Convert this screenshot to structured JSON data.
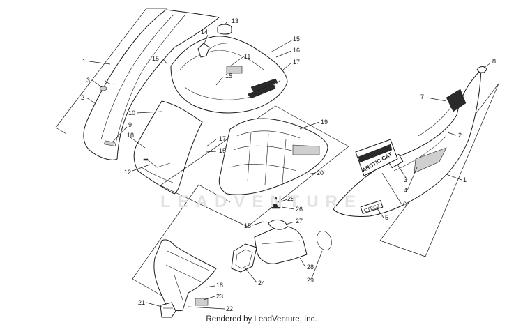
{
  "diagram": {
    "watermark": "LEADVENTURE",
    "footer": "Rendered by LeadVenture, Inc.",
    "decal_text": "ARCTIC CAT",
    "decal_logo": "CTEC2",
    "callouts": {
      "c1_left": "1",
      "c2_left": "2",
      "c3_left": "3",
      "c9": "9",
      "c18_upper": "18",
      "c14": "14",
      "c13": "13",
      "c15_a": "15",
      "c15_b": "15",
      "c11": "11",
      "c15_c": "15",
      "c16": "16",
      "c17_upper": "17",
      "c10": "10",
      "c17_mid": "17",
      "c15_d": "15",
      "c12": "12",
      "c19": "19",
      "c20": "20",
      "c25": "25",
      "c26": "26",
      "c15_e": "15",
      "c27": "27",
      "c28": "28",
      "c29": "29",
      "c24": "24",
      "c18_lower": "18",
      "c23": "23",
      "c21": "21",
      "c22": "22",
      "c8": "8",
      "c7": "7",
      "c2_right": "2",
      "c3_right": "3",
      "c4": "4",
      "c1_right": "1",
      "c6": "6",
      "c5": "5"
    }
  }
}
